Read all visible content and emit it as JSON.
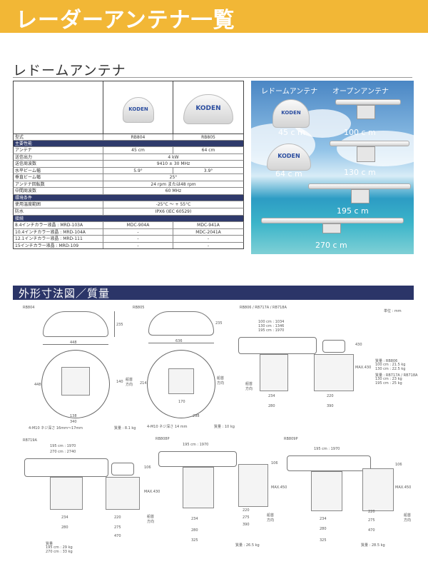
{
  "page": {
    "title": "レーダーアンテナ一覧"
  },
  "section1": {
    "title": "レドームアンテナ"
  },
  "section2": {
    "title": "外形寸法図／質量"
  },
  "products": [
    {
      "model": "RB804",
      "logo": "KODEN"
    },
    {
      "model": "RB805",
      "logo": "KODEN"
    }
  ],
  "spec_rows": [
    {
      "label": "型式",
      "a": "RB804",
      "b": "RB805"
    },
    {
      "label": "主要性能",
      "header": true
    },
    {
      "label": "アンテナ",
      "a": "45 cm",
      "b": "64 cm"
    },
    {
      "label": "送信出力",
      "span": "4 kW"
    },
    {
      "label": "送信周波数",
      "span": "9410 ± 30 MHz"
    },
    {
      "label": "水平ビーム幅",
      "a": "5.9°",
      "b": "3.9°"
    },
    {
      "label": "垂直ビーム幅",
      "span": "25°"
    },
    {
      "label": "アンテナ回転数",
      "span": "24 rpm または48 rpm"
    },
    {
      "label": "中間周波数",
      "span": "60 MHz"
    },
    {
      "label": "環境条件",
      "header": true
    },
    {
      "label": "使用温度範囲",
      "span": "-25°C 〜 + 55°C"
    },
    {
      "label": "防水",
      "span": "IPX6 (IEC 60529)"
    },
    {
      "label": "接続",
      "header": true
    },
    {
      "label": "8.4インチカラー液晶 : MRD-103A",
      "a": "MDC-904A",
      "b": "MDC-941A"
    },
    {
      "label": "10.4インチカラー液晶 : MRD-104A",
      "a": "-",
      "b": "MDC-2041A"
    },
    {
      "label": "12.1インチカラー液晶 : MRD-111",
      "a": "-",
      "b": "-"
    },
    {
      "label": "15インチカラー液晶 : MRD-109",
      "a": "-",
      "b": "-"
    }
  ],
  "photo": {
    "title_left": "レドームアンテナ",
    "title_right": "オープンアンテナ",
    "logo": "KODEN",
    "labels": [
      "45 c m",
      "64 c m",
      "100 c m",
      "130 c m",
      "195 c m",
      "270 c m"
    ]
  },
  "drawings": {
    "unit": "単位 : mm",
    "rb804": {
      "name": "RB804",
      "dims": [
        "448",
        "235",
        "140",
        "138",
        "340",
        "448"
      ],
      "screw": "4-M10 ネジ深さ 16mm〜17mm",
      "weight": "質量 : 8.1 kg",
      "bow": "船首方向"
    },
    "rb805": {
      "name": "RB805",
      "dims": [
        "636",
        "235",
        "214",
        "170",
        "298"
      ],
      "screw": "4-M10 ネジ深さ 14 mm",
      "weight": "質量 : 10 kg",
      "bow": "船首方向"
    },
    "rb806": {
      "name": "RB806 / RB717A / RB718A",
      "lengths": [
        "100 cm : 1034",
        "130 cm : 1346",
        "195 cm : 1970"
      ],
      "dims": [
        "234",
        "280",
        "220",
        "390",
        "430",
        "MAX.430"
      ],
      "bow": "船首方向",
      "weights": [
        "質量 : RB806",
        "100 cm : 21.5 kg",
        "130 cm : 22.5 kg",
        "質量 : RB717A / RB718A",
        "130 cm : 23 kg",
        "195 cm : 25 kg"
      ]
    },
    "rb719a": {
      "name": "RB719A",
      "lengths": [
        "195 cm : 1970",
        "270 cm : 2740"
      ],
      "dims": [
        "234",
        "280",
        "220",
        "275",
        "470",
        "MAX.430",
        "106"
      ],
      "weights": [
        "質量",
        "195 cm : 29 kg",
        "270 cm : 33 kg"
      ],
      "bow": "船首方向"
    },
    "rb808p": {
      "name": "RB808P",
      "length": "195 cm : 1970",
      "dims": [
        "234",
        "280",
        "220",
        "275",
        "390",
        "325",
        "MAX.450",
        "106"
      ],
      "weight": "質量 : 26.5 kg",
      "bow": "船首方向"
    },
    "rb809p": {
      "name": "RB809P",
      "length": "195 cm : 1970",
      "dims": [
        "234",
        "280",
        "220",
        "275",
        "470",
        "325",
        "MAX.450",
        "106"
      ],
      "weight": "質量 : 28.5 kg",
      "bow": "船首方向"
    }
  }
}
